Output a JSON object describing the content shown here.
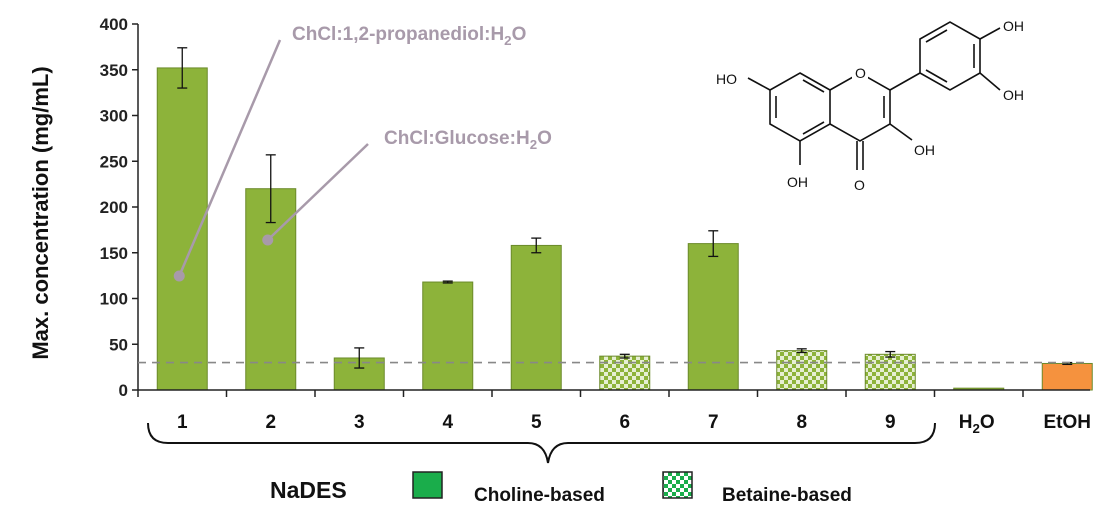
{
  "chart_data": {
    "type": "bar",
    "ylabel": "Max. concentration (mg/mL)",
    "ylim": [
      0,
      400
    ],
    "yticks": [
      0,
      50,
      100,
      150,
      200,
      250,
      300,
      350,
      400
    ],
    "reference_line": 30,
    "bars": [
      {
        "category": "1",
        "value": 352,
        "error": 22,
        "group": "Choline-based",
        "fill": "#8db33a"
      },
      {
        "category": "2",
        "value": 220,
        "error": 37,
        "group": "Choline-based",
        "fill": "#8db33a"
      },
      {
        "category": "3",
        "value": 35,
        "error": 11,
        "group": "Choline-based",
        "fill": "#8db33a"
      },
      {
        "category": "4",
        "value": 118,
        "error": 1,
        "group": "Choline-based",
        "fill": "#8db33a"
      },
      {
        "category": "5",
        "value": 158,
        "error": 8,
        "group": "Choline-based",
        "fill": "#8db33a"
      },
      {
        "category": "6",
        "value": 37,
        "error": 2,
        "group": "Betaine-based",
        "fill": "#8db33a"
      },
      {
        "category": "7",
        "value": 160,
        "error": 14,
        "group": "Choline-based",
        "fill": "#8db33a"
      },
      {
        "category": "8",
        "value": 43,
        "error": 2,
        "group": "Betaine-based",
        "fill": "#8db33a"
      },
      {
        "category": "9",
        "value": 39,
        "error": 3,
        "group": "Betaine-based",
        "fill": "#8db33a"
      },
      {
        "category": "H2O",
        "value": 2,
        "error": 0,
        "group": "",
        "fill": "#8db33a"
      },
      {
        "category": "EtOH",
        "value": 29,
        "error": 1,
        "group": "",
        "fill": "#f5923e"
      }
    ],
    "annotations": [
      {
        "target": "1",
        "text": "ChCl:1,2-propanediol:H",
        "subscript": "2",
        "suffix": "O"
      },
      {
        "target": "2",
        "text": "ChCl:Glucose:H",
        "subscript": "2",
        "suffix": "O"
      }
    ],
    "group_label": "NaDES",
    "legend": [
      {
        "name": "Choline-based",
        "fill": "#1aad4b",
        "pattern": "solid"
      },
      {
        "name": "Betaine-based",
        "fill": "#1aad4b",
        "pattern": "checker"
      }
    ],
    "category_label_parts": {
      "H2O": {
        "text": "H",
        "subscript": "2",
        "suffix": "O"
      }
    },
    "structure_labels": [
      "HO",
      "OH",
      "OH",
      "OH",
      "OH",
      "O",
      "O"
    ]
  }
}
